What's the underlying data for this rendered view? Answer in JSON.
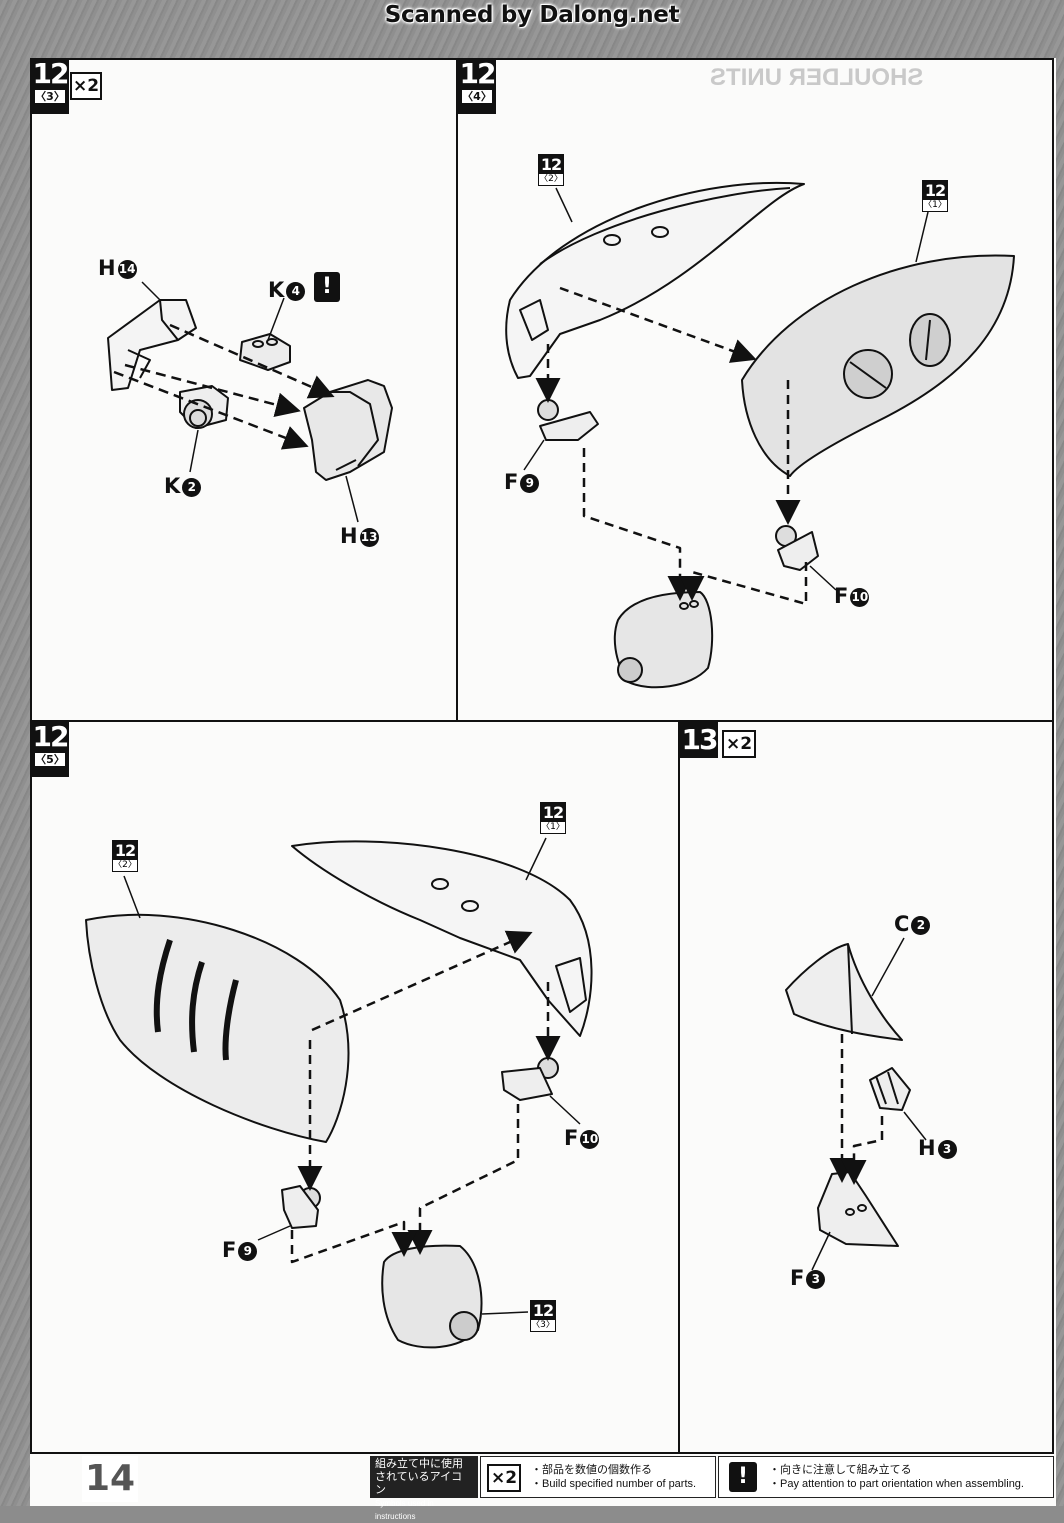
{
  "scan_credit": "Scanned by Dalong.net",
  "page_number": "14",
  "ghost_header": "SHOULDER UNITS",
  "panels": [
    {
      "step": "12",
      "sub": "〈3〉",
      "multiplier": "×2",
      "parts": {
        "h14": "H⑭",
        "k4": "K④",
        "k2": "K②",
        "h13": "H⑬"
      }
    },
    {
      "step": "12",
      "sub": "〈4〉",
      "refs": [
        {
          "num": "12",
          "sub": "〈2〉"
        },
        {
          "num": "12",
          "sub": "〈1〉"
        }
      ],
      "parts": {
        "f9": "F⑨",
        "f10": "F⑩"
      }
    },
    {
      "step": "12",
      "sub": "〈5〉",
      "refs": [
        {
          "num": "12",
          "sub": "〈1〉"
        },
        {
          "num": "12",
          "sub": "〈2〉"
        },
        {
          "num": "12",
          "sub": "〈3〉"
        }
      ],
      "parts": {
        "f10": "F⑩",
        "f9": "F⑨"
      }
    },
    {
      "step": "13",
      "multiplier": "×2",
      "parts": {
        "c2": "C②",
        "h3": "H③",
        "f3": "F③"
      }
    }
  ],
  "legend": {
    "title_ja": "組み立て中に使用されているアイコン",
    "title_en": "Symbols used in instructions",
    "multiplier_icon": "×2",
    "multiplier_ja": "・部品を数値の個数作る",
    "multiplier_en": "・Build specified number of parts.",
    "attention_icon": "!",
    "attention_ja": "・向きに注意して組み立てる",
    "attention_en": "・Pay attention to part orientation when assembling."
  }
}
